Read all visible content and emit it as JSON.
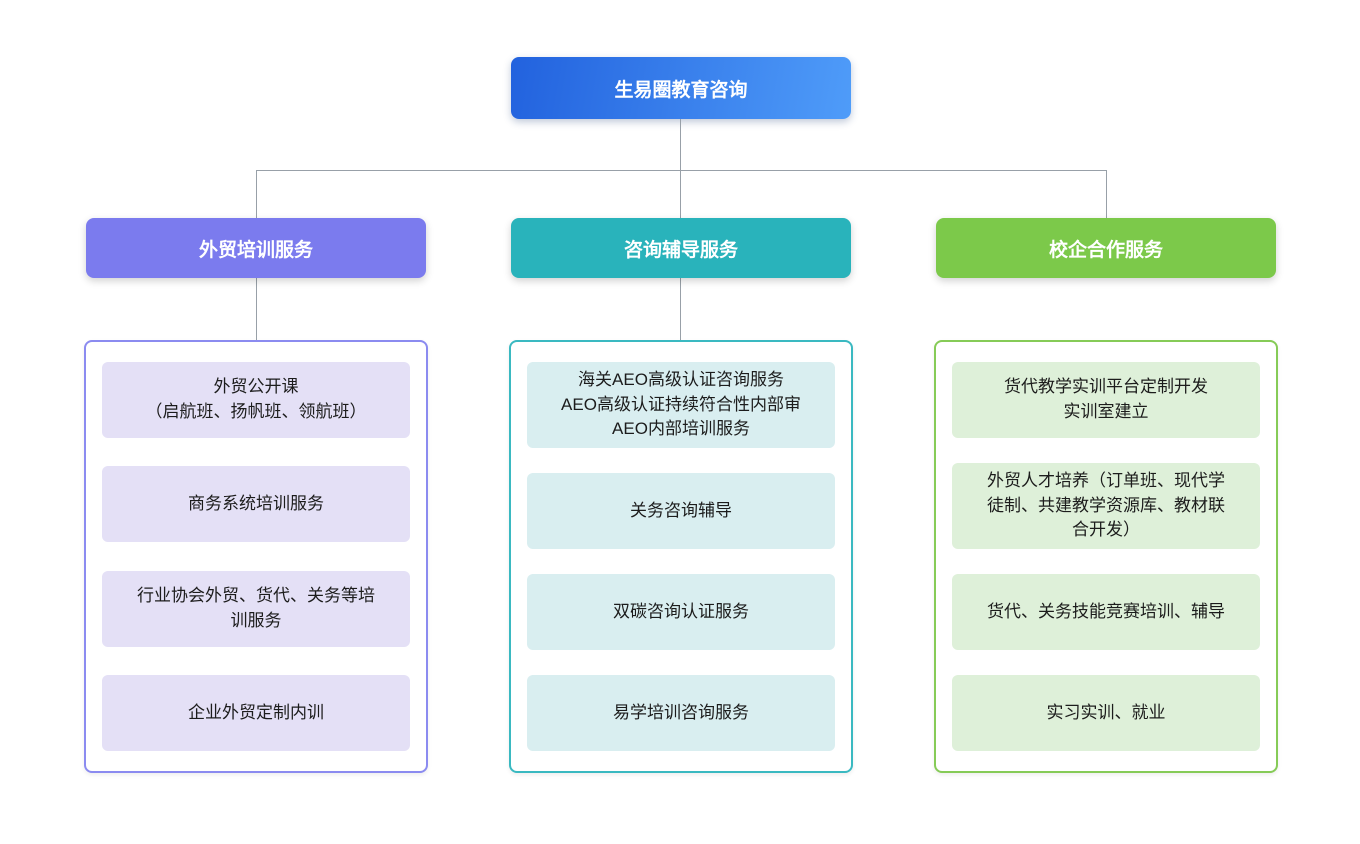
{
  "diagram_title": "生易圈教育咨询",
  "colors": {
    "root_gradient_start": "#2262de",
    "root_gradient_end": "#4f9cf9",
    "branch_trade": "#7b7bee",
    "branch_consult": "#29b3bb",
    "branch_school": "#7cc94a",
    "item_bg_trade": "#e4e0f6",
    "item_bg_consult": "#d9eef0",
    "item_bg_school": "#def0d9",
    "connector": "#98a0a8"
  },
  "root": {
    "label": "生易圈教育咨询"
  },
  "branches": [
    {
      "label": "外贸培训服务",
      "items": [
        {
          "lines": [
            "外贸公开课",
            "（启航班、扬帆班、领航班）"
          ]
        },
        {
          "lines": [
            "商务系统培训服务"
          ]
        },
        {
          "lines": [
            "行业协会外贸、货代、关务等培",
            "训服务"
          ]
        },
        {
          "lines": [
            "企业外贸定制内训"
          ]
        }
      ]
    },
    {
      "label": "咨询辅导服务",
      "items": [
        {
          "lines": [
            "海关AEO高级认证咨询服务",
            "AEO高级认证持续符合性内部审",
            "AEO内部培训服务"
          ]
        },
        {
          "lines": [
            "关务咨询辅导"
          ]
        },
        {
          "lines": [
            "双碳咨询认证服务"
          ]
        },
        {
          "lines": [
            "易学培训咨询服务"
          ]
        }
      ]
    },
    {
      "label": "校企合作服务",
      "items": [
        {
          "lines": [
            "货代教学实训平台定制开发",
            "实训室建立"
          ]
        },
        {
          "lines": [
            "外贸人才培养（订单班、现代学",
            "徒制、共建教学资源库、教材联",
            "合开发）"
          ]
        },
        {
          "lines": [
            "货代、关务技能竞赛培训、辅导"
          ]
        },
        {
          "lines": [
            "实习实训、就业"
          ]
        }
      ]
    }
  ]
}
